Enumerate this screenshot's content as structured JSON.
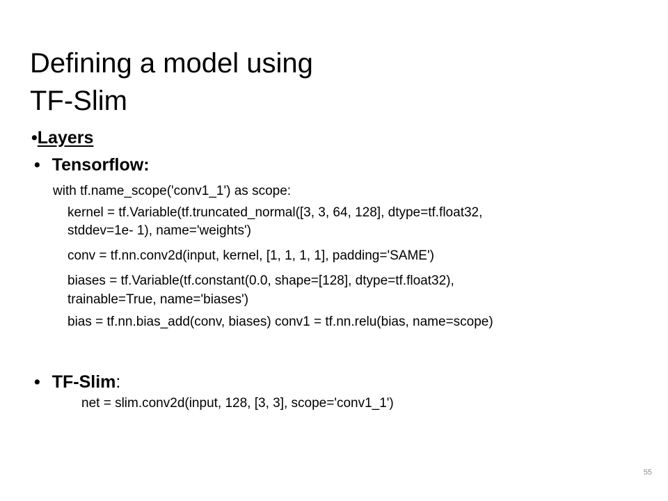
{
  "slide": {
    "title_line1": "Defining a model using",
    "title_line2": "TF-Slim",
    "bullet_char": "•",
    "layers_label": "Layers",
    "tensorflow_label": "Tensorflow:",
    "tensorflow_code": {
      "scope_line": "with tf.name_scope('conv1_1') as scope:",
      "lines": [
        "kernel = tf.Variable(tf.truncated_normal([3,  3, 64, 128], dtype=tf.float32,",
        "stddev=1e- 1), name='weights')",
        "conv = tf.nn.conv2d(input,  kernel, [1, 1, 1, 1], padding='SAME')",
        "biases = tf.Variable(tf.constant(0.0,  shape=[128],  dtype=tf.float32),",
        "trainable=True, name='biases')",
        "bias = tf.nn.bias_add(conv,  biases) conv1 = tf.nn.relu(bias,  name=scope)"
      ]
    },
    "tfslim_label": "TF-Slim",
    "tfslim_colon": ":",
    "tfslim_code": "net = slim.conv2d(input,  128, [3, 3], scope='conv1_1')",
    "page_number": "55"
  }
}
